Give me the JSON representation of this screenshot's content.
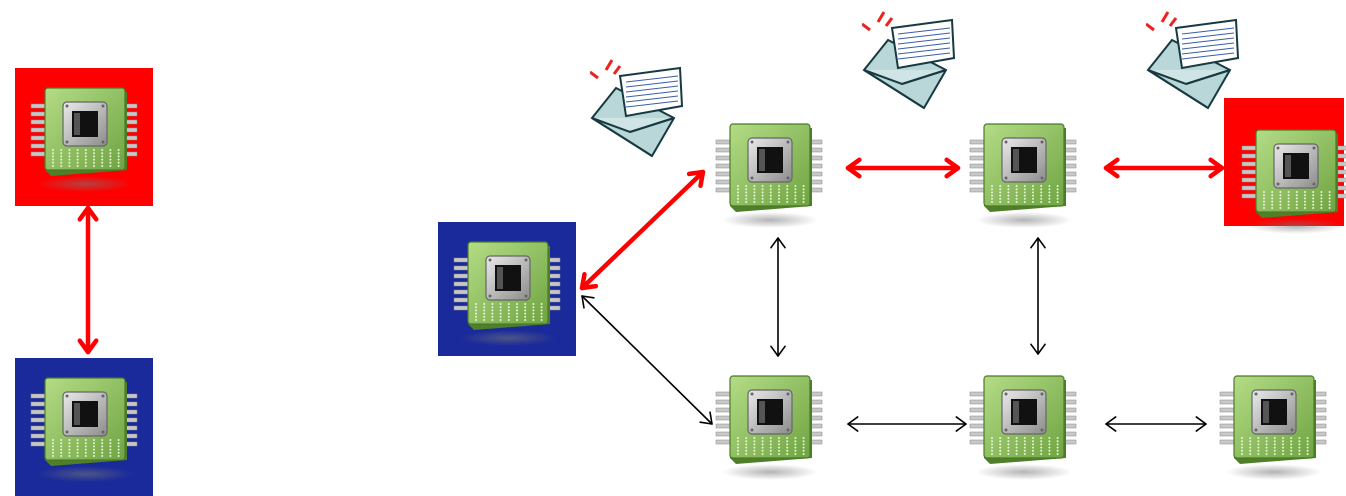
{
  "colors": {
    "highlight_red": "#ff0000",
    "highlight_blue": "#1a2a9a",
    "active_link": "#ff0000",
    "idle_link": "#000000",
    "chip_green": "#8cc05a",
    "envelope_teal": "#b9d6d8"
  },
  "icons": {
    "node": "processor-chip-icon",
    "message": "envelope-letter-icon"
  },
  "pair_diagram": {
    "nodes": [
      {
        "id": "pair-top",
        "highlight": "red"
      },
      {
        "id": "pair-bottom",
        "highlight": "blue"
      }
    ],
    "links": [
      {
        "from": "pair-top",
        "to": "pair-bottom",
        "style": "active"
      }
    ]
  },
  "network_diagram": {
    "nodes": [
      {
        "id": "origin",
        "highlight": "blue"
      },
      {
        "id": "top-1",
        "highlight": "none"
      },
      {
        "id": "top-2",
        "highlight": "none"
      },
      {
        "id": "top-3",
        "highlight": "red"
      },
      {
        "id": "bottom-1",
        "highlight": "none"
      },
      {
        "id": "bottom-2",
        "highlight": "none"
      },
      {
        "id": "bottom-3",
        "highlight": "none"
      }
    ],
    "links": [
      {
        "from": "origin",
        "to": "top-1",
        "style": "active"
      },
      {
        "from": "top-1",
        "to": "top-2",
        "style": "active"
      },
      {
        "from": "top-2",
        "to": "top-3",
        "style": "active"
      },
      {
        "from": "origin",
        "to": "bottom-1",
        "style": "idle"
      },
      {
        "from": "top-1",
        "to": "bottom-1",
        "style": "idle"
      },
      {
        "from": "top-2",
        "to": "bottom-2",
        "style": "idle"
      },
      {
        "from": "bottom-1",
        "to": "bottom-2",
        "style": "idle"
      },
      {
        "from": "bottom-2",
        "to": "bottom-3",
        "style": "idle"
      }
    ],
    "messages": [
      {
        "near": "top-1"
      },
      {
        "near": "top-2"
      },
      {
        "near": "top-3"
      }
    ]
  }
}
